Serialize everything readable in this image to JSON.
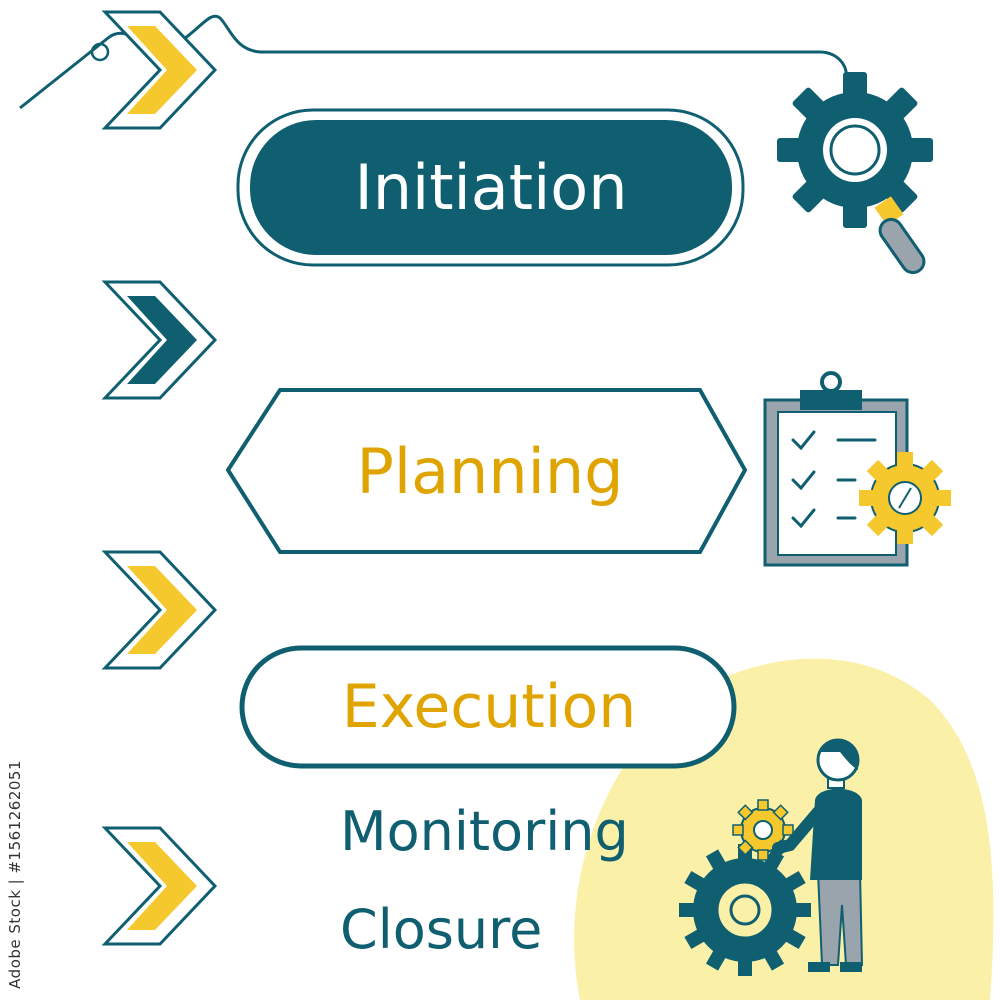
{
  "colors": {
    "teal": "#0f5f70",
    "teal_dark": "#0b4c5a",
    "yellow": "#f5c82e",
    "yellow_soft": "#fbf0a8",
    "gray": "#9aa4ad",
    "text_yellow": "#e0a400"
  },
  "stages": [
    {
      "label": "Initiation",
      "style": "filled-rounded",
      "text_color": "#ffffff"
    },
    {
      "label": "Planning",
      "style": "outline-hexagon",
      "text_color": "#e0a400"
    },
    {
      "label": "Execution",
      "style": "outline-rounded",
      "text_color": "#e0a400"
    },
    {
      "label": "Monitoring",
      "style": "plain",
      "text_color": "#0f5f70"
    },
    {
      "label": "Closure",
      "style": "plain",
      "text_color": "#0f5f70"
    }
  ],
  "chevrons": [
    {
      "fill": "yellow"
    },
    {
      "fill": "teal"
    },
    {
      "fill": "yellow"
    },
    {
      "fill": "yellow"
    }
  ],
  "icons": {
    "gear_search": "gear-magnifier-icon",
    "clipboard": "clipboard-gear-icon",
    "worker": "person-with-gears-icon"
  },
  "side_text": "Adobe Stock | #1561262051"
}
